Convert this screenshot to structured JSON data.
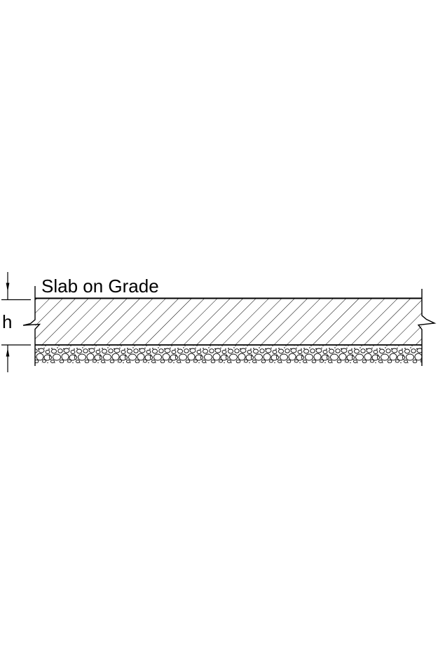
{
  "colors": {
    "line": "#000000",
    "text": "#000000",
    "fill": "#ffffff"
  },
  "drawing": {
    "title_label": "Slab on Grade",
    "dimension_label": "h",
    "layers": {
      "slab": {
        "name": "concrete-slab",
        "pattern": "diagonal-hatch"
      },
      "base": {
        "name": "gravel-base",
        "pattern": "gravel-stones"
      }
    }
  }
}
